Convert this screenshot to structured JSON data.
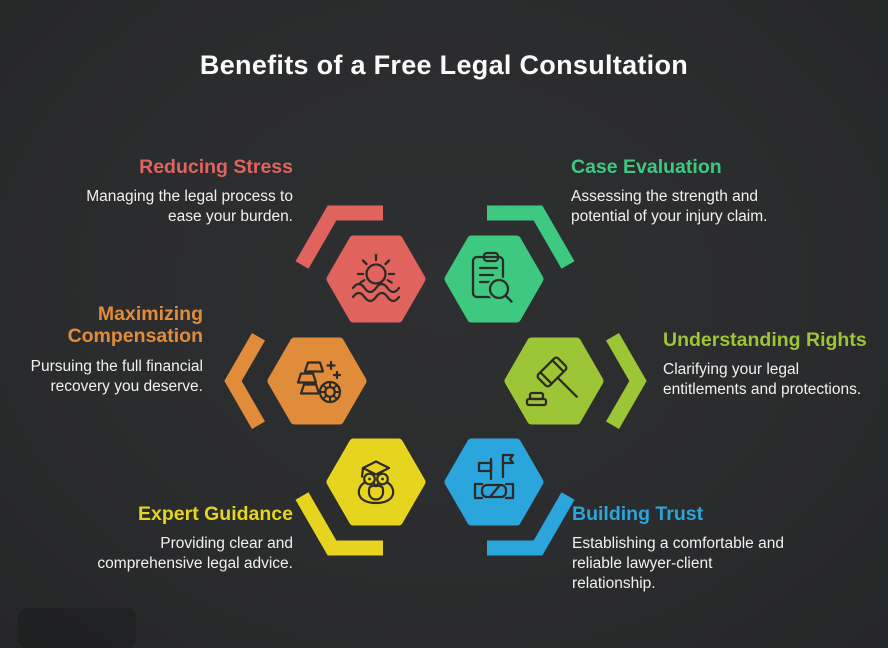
{
  "header": {
    "title": "Benefits of a Free Legal Consultation"
  },
  "colors": {
    "background": "#2b2c2d",
    "title": "#fafafa",
    "body_text": "#f1f1ef",
    "icon_stroke": "#2e2a27"
  },
  "items": [
    {
      "label": "Reducing Stress",
      "description": "Managing the legal process to ease your burden.",
      "color": "#e0635e",
      "icon": "sun-over-water-icon"
    },
    {
      "label": "Case Evaluation",
      "description": "Assessing the strength and potential of your injury claim.",
      "color": "#3ec981",
      "icon": "clipboard-magnifier-icon"
    },
    {
      "label": "Maximizing Compensation",
      "description": "Pursuing the full financial recovery you deserve.",
      "color": "#e08c3a",
      "icon": "gold-bars-coin-icon"
    },
    {
      "label": "Understanding Rights",
      "description": "Clarifying your legal entitlements and protections.",
      "color": "#9cc636",
      "icon": "gavel-icon"
    },
    {
      "label": "Expert Guidance",
      "description": "Providing clear and comprehensive legal advice.",
      "color": "#e6d41e",
      "icon": "owl-graduation-icon"
    },
    {
      "label": "Building Trust",
      "description": "Establishing a comfortable and reliable lawyer-client relationship.",
      "color": "#2ba6dd",
      "icon": "handshake-flags-icon"
    }
  ]
}
